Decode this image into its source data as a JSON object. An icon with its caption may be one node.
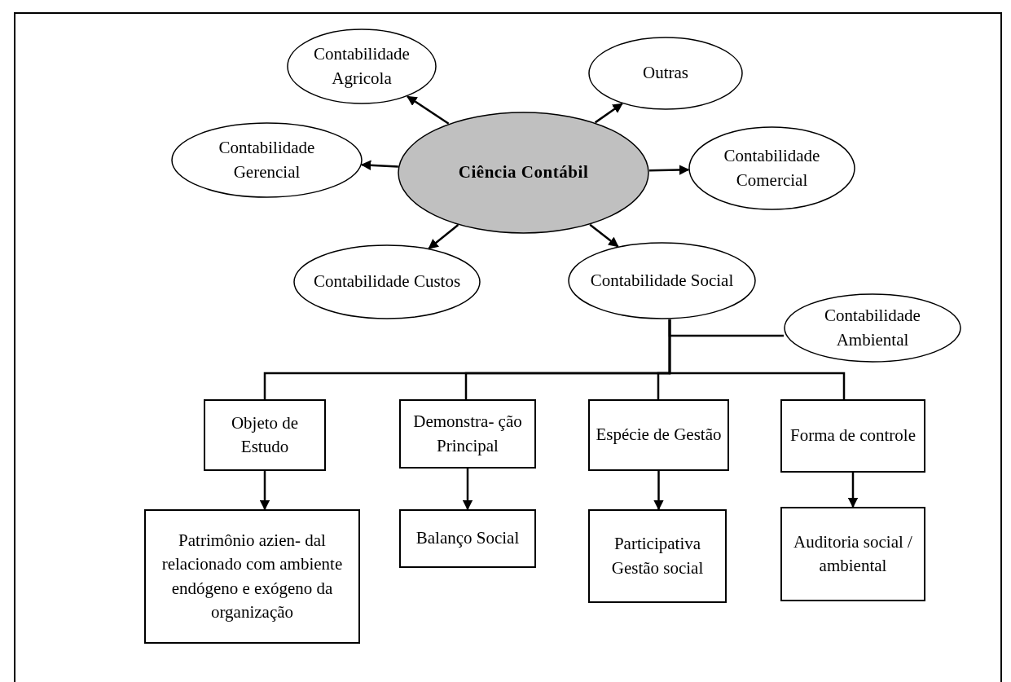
{
  "diagram": {
    "nodes": [
      {
        "text": [
          "Ciência Contábil"
        ]
      },
      {
        "text": [
          "Contabilidade Agricola"
        ]
      },
      {
        "text": [
          "Outras"
        ]
      },
      {
        "text": [
          "Contabilidade Gerencial"
        ]
      },
      {
        "text": [
          "Contabilidade Comercial"
        ]
      },
      {
        "text": [
          "Contabilidade Custos"
        ]
      },
      {
        "text": [
          "Contabilidade Social"
        ]
      },
      {
        "text": [
          "Contabilidade Ambiental"
        ]
      },
      {
        "text": [
          "Objeto de Estudo"
        ]
      },
      {
        "text": [
          "Demonstra- ção Principal"
        ]
      },
      {
        "text": [
          "Espécie de Gestão"
        ]
      },
      {
        "text": [
          "Forma de controle"
        ]
      },
      {
        "text": [
          "Patrimônio azien- dal relacionado com ambiente endógeno e exógeno da organização"
        ]
      },
      {
        "text": [
          "Balanço Social"
        ]
      },
      {
        "text": [
          "Participativa Gestão social"
        ]
      },
      {
        "text": [
          "Auditoria social / ambiental"
        ]
      }
    ],
    "edges": [
      {
        "from": 0,
        "to": 1,
        "arrow": "to"
      },
      {
        "from": 0,
        "to": 2,
        "arrow": "to"
      },
      {
        "from": 0,
        "to": 3,
        "arrow": "to"
      },
      {
        "from": 0,
        "to": 4,
        "arrow": "to"
      },
      {
        "from": 0,
        "to": 5,
        "arrow": "to"
      },
      {
        "from": 0,
        "to": 6,
        "arrow": "to"
      },
      {
        "from": 6,
        "to": 7,
        "arrow": "none"
      },
      {
        "from": 6,
        "to": 8,
        "arrow": "none"
      },
      {
        "from": 6,
        "to": 9,
        "arrow": "none"
      },
      {
        "from": 6,
        "to": 10,
        "arrow": "none"
      },
      {
        "from": 6,
        "to": 11,
        "arrow": "none"
      },
      {
        "from": 8,
        "to": 12,
        "arrow": "to"
      },
      {
        "from": 9,
        "to": 13,
        "arrow": "to"
      },
      {
        "from": 10,
        "to": 14,
        "arrow": "to"
      },
      {
        "from": 11,
        "to": 15,
        "arrow": "to"
      }
    ]
  }
}
